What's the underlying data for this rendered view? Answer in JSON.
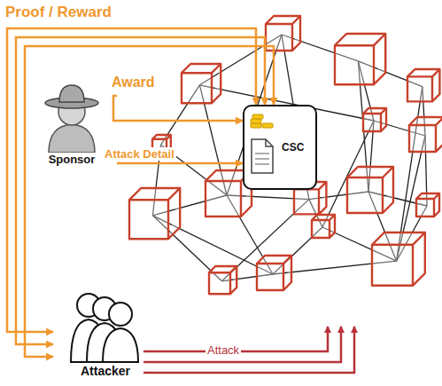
{
  "diagram": {
    "nodes": [
      {
        "text": [
          "Sponsor"
        ]
      },
      {
        "text": [
          "CSC"
        ]
      },
      {
        "text": [
          "Attacker"
        ]
      }
    ],
    "edges": [
      {
        "from": 0,
        "to": 1,
        "label": "Award",
        "arrow": "to"
      },
      {
        "from": 0,
        "to": 1,
        "label": "Attack Detail",
        "arrow": "to"
      },
      {
        "from": 2,
        "to": 1,
        "label": "Proof / Reward",
        "arrow": "both"
      },
      {
        "from": 2,
        "to": 1,
        "arrow": "both"
      },
      {
        "from": 2,
        "to": 1,
        "arrow": "both"
      }
    ],
    "labels": [
      "Attack"
    ]
  }
}
